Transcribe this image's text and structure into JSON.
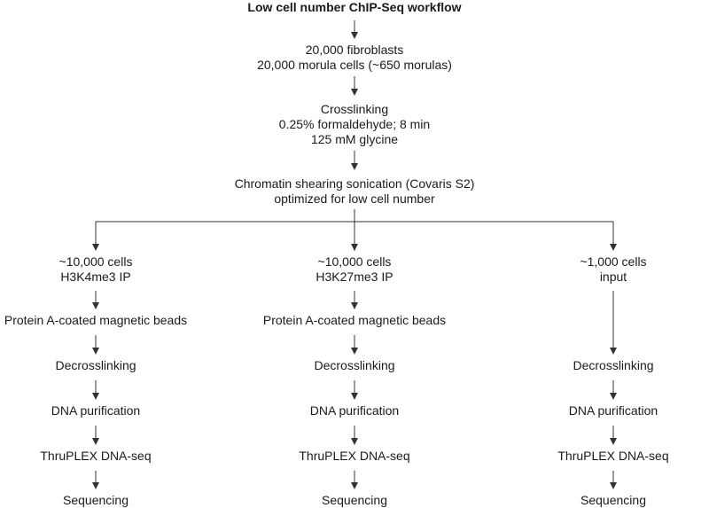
{
  "title": "Low cell number ChIP-Seq workflow",
  "main_steps": {
    "cells": [
      "20,000 fibroblasts",
      "20,000 morula cells (~650 morulas)"
    ],
    "crosslinking": [
      "Crosslinking",
      "0.25% formaldehyde; 8 min",
      "125 mM glycine"
    ],
    "shearing": [
      "Chromatin shearing sonication (Covaris S2)",
      "optimized for low cell number"
    ]
  },
  "branches": [
    {
      "header": [
        "~10,000 cells",
        "H3K4me3 IP"
      ],
      "beads": "Protein A-coated magnetic beads",
      "decrosslinking": "Decrosslinking",
      "purification": "DNA purification",
      "library": "ThruPLEX DNA-seq",
      "sequencing": "Sequencing"
    },
    {
      "header": [
        "~10,000 cells",
        "H3K27me3 IP"
      ],
      "beads": "Protein A-coated magnetic beads",
      "decrosslinking": "Decrosslinking",
      "purification": "DNA purification",
      "library": "ThruPLEX DNA-seq",
      "sequencing": "Sequencing"
    },
    {
      "header": [
        "~1,000 cells",
        "input"
      ],
      "decrosslinking": "Decrosslinking",
      "purification": "DNA purification",
      "library": "ThruPLEX DNA-seq",
      "sequencing": "Sequencing"
    }
  ]
}
